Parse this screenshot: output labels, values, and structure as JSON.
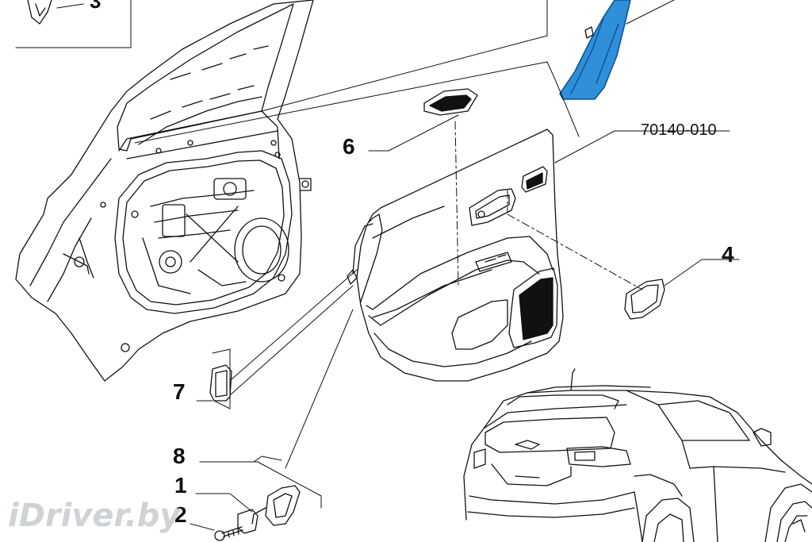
{
  "callouts": {
    "c3": "3",
    "c6": "6",
    "c4": "4",
    "c7": "7",
    "c8": "8",
    "c1": "1",
    "c2": "2",
    "part_code": "70140-010"
  },
  "watermark": "iDriver.by",
  "colors": {
    "line": "#111111",
    "highlight": "#2f8fd8",
    "highlight_dark": "#0b4f8f",
    "watermark": "#cfd3d6"
  }
}
